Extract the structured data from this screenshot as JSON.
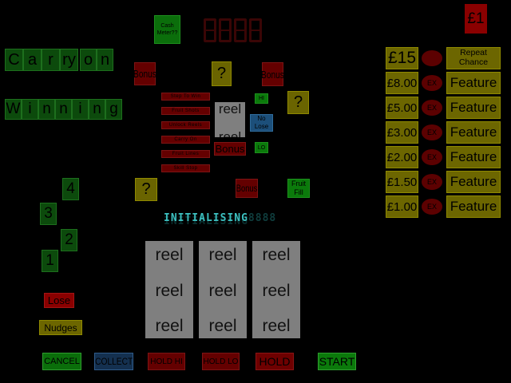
{
  "colors": {
    "background": "#000000",
    "lamp_green": "#0c4a0c",
    "button_green": "#0b7a0b",
    "olive_yellow": "#6c6600",
    "dark_red": "#640000",
    "bright_red": "#8a0000",
    "collect_navy": "#14304f",
    "no_lose_blue": "#1c4f7a",
    "reel_grey": "#7f7f7f",
    "marquee_cyan": "#3cc0c0",
    "seg_unlit_red": "#3a0606"
  },
  "trail": {
    "carry_tiles": [
      "C",
      "a",
      "r",
      "ry"
    ],
    "on_tiles": [
      "o",
      "n"
    ],
    "winning_tiles": [
      "W",
      "i",
      "n",
      "n",
      "i",
      "n",
      "g"
    ]
  },
  "top": {
    "cash_meter_label": "Cash Meter??",
    "seg_digits": [
      "8",
      "8",
      "8",
      "8"
    ],
    "coin_label": "£1"
  },
  "ladder": {
    "rows": [
      {
        "value": "£15",
        "badge": "",
        "feature": "Repeat Chance"
      },
      {
        "value": "£8.00",
        "badge": "EX",
        "feature": "Feature"
      },
      {
        "value": "£5.00",
        "badge": "EX",
        "feature": "Feature"
      },
      {
        "value": "£3.00",
        "badge": "EX",
        "feature": "Feature"
      },
      {
        "value": "£2.00",
        "badge": "EX",
        "feature": "Feature"
      },
      {
        "value": "£1.50",
        "badge": "EX",
        "feature": "Feature"
      },
      {
        "value": "£1.00",
        "badge": "EX",
        "feature": "Feature"
      }
    ]
  },
  "feature_buttons": [
    "Step To Win",
    "Fruit Shots",
    "Unlock Reels",
    "Carry On",
    "Fruit Lines",
    "Skill Stop"
  ],
  "lamps": {
    "bonus_1": "Bonus",
    "bonus_2": "Bonus",
    "bonus_3": "Bonus",
    "bonus_4": "Bonus",
    "question_1": "?",
    "question_2": "?",
    "question_3": "?",
    "hi": "HI",
    "lo": "LO",
    "no_lose": "No Lose",
    "fruit_fill": "Fruit Fill",
    "lose": "Lose",
    "nudges": "Nudges"
  },
  "mini_reel": {
    "lines": [
      "reel",
      "reel"
    ]
  },
  "nudge_trail": {
    "numbers": [
      "4",
      "3",
      "2",
      "1"
    ]
  },
  "marquee": {
    "text": "INITIALISING",
    "dim_cells": "8888"
  },
  "reels": {
    "columns": [
      [
        "reel",
        "reel",
        "reel"
      ],
      [
        "reel",
        "reel",
        "reel"
      ],
      [
        "reel",
        "reel",
        "reel"
      ]
    ]
  },
  "controls": {
    "cancel": "CANCEL",
    "collect": "COLLECT",
    "hold_hi": "HOLD HI",
    "hold_lo": "HOLD LO",
    "hold": "HOLD",
    "start": "START"
  }
}
